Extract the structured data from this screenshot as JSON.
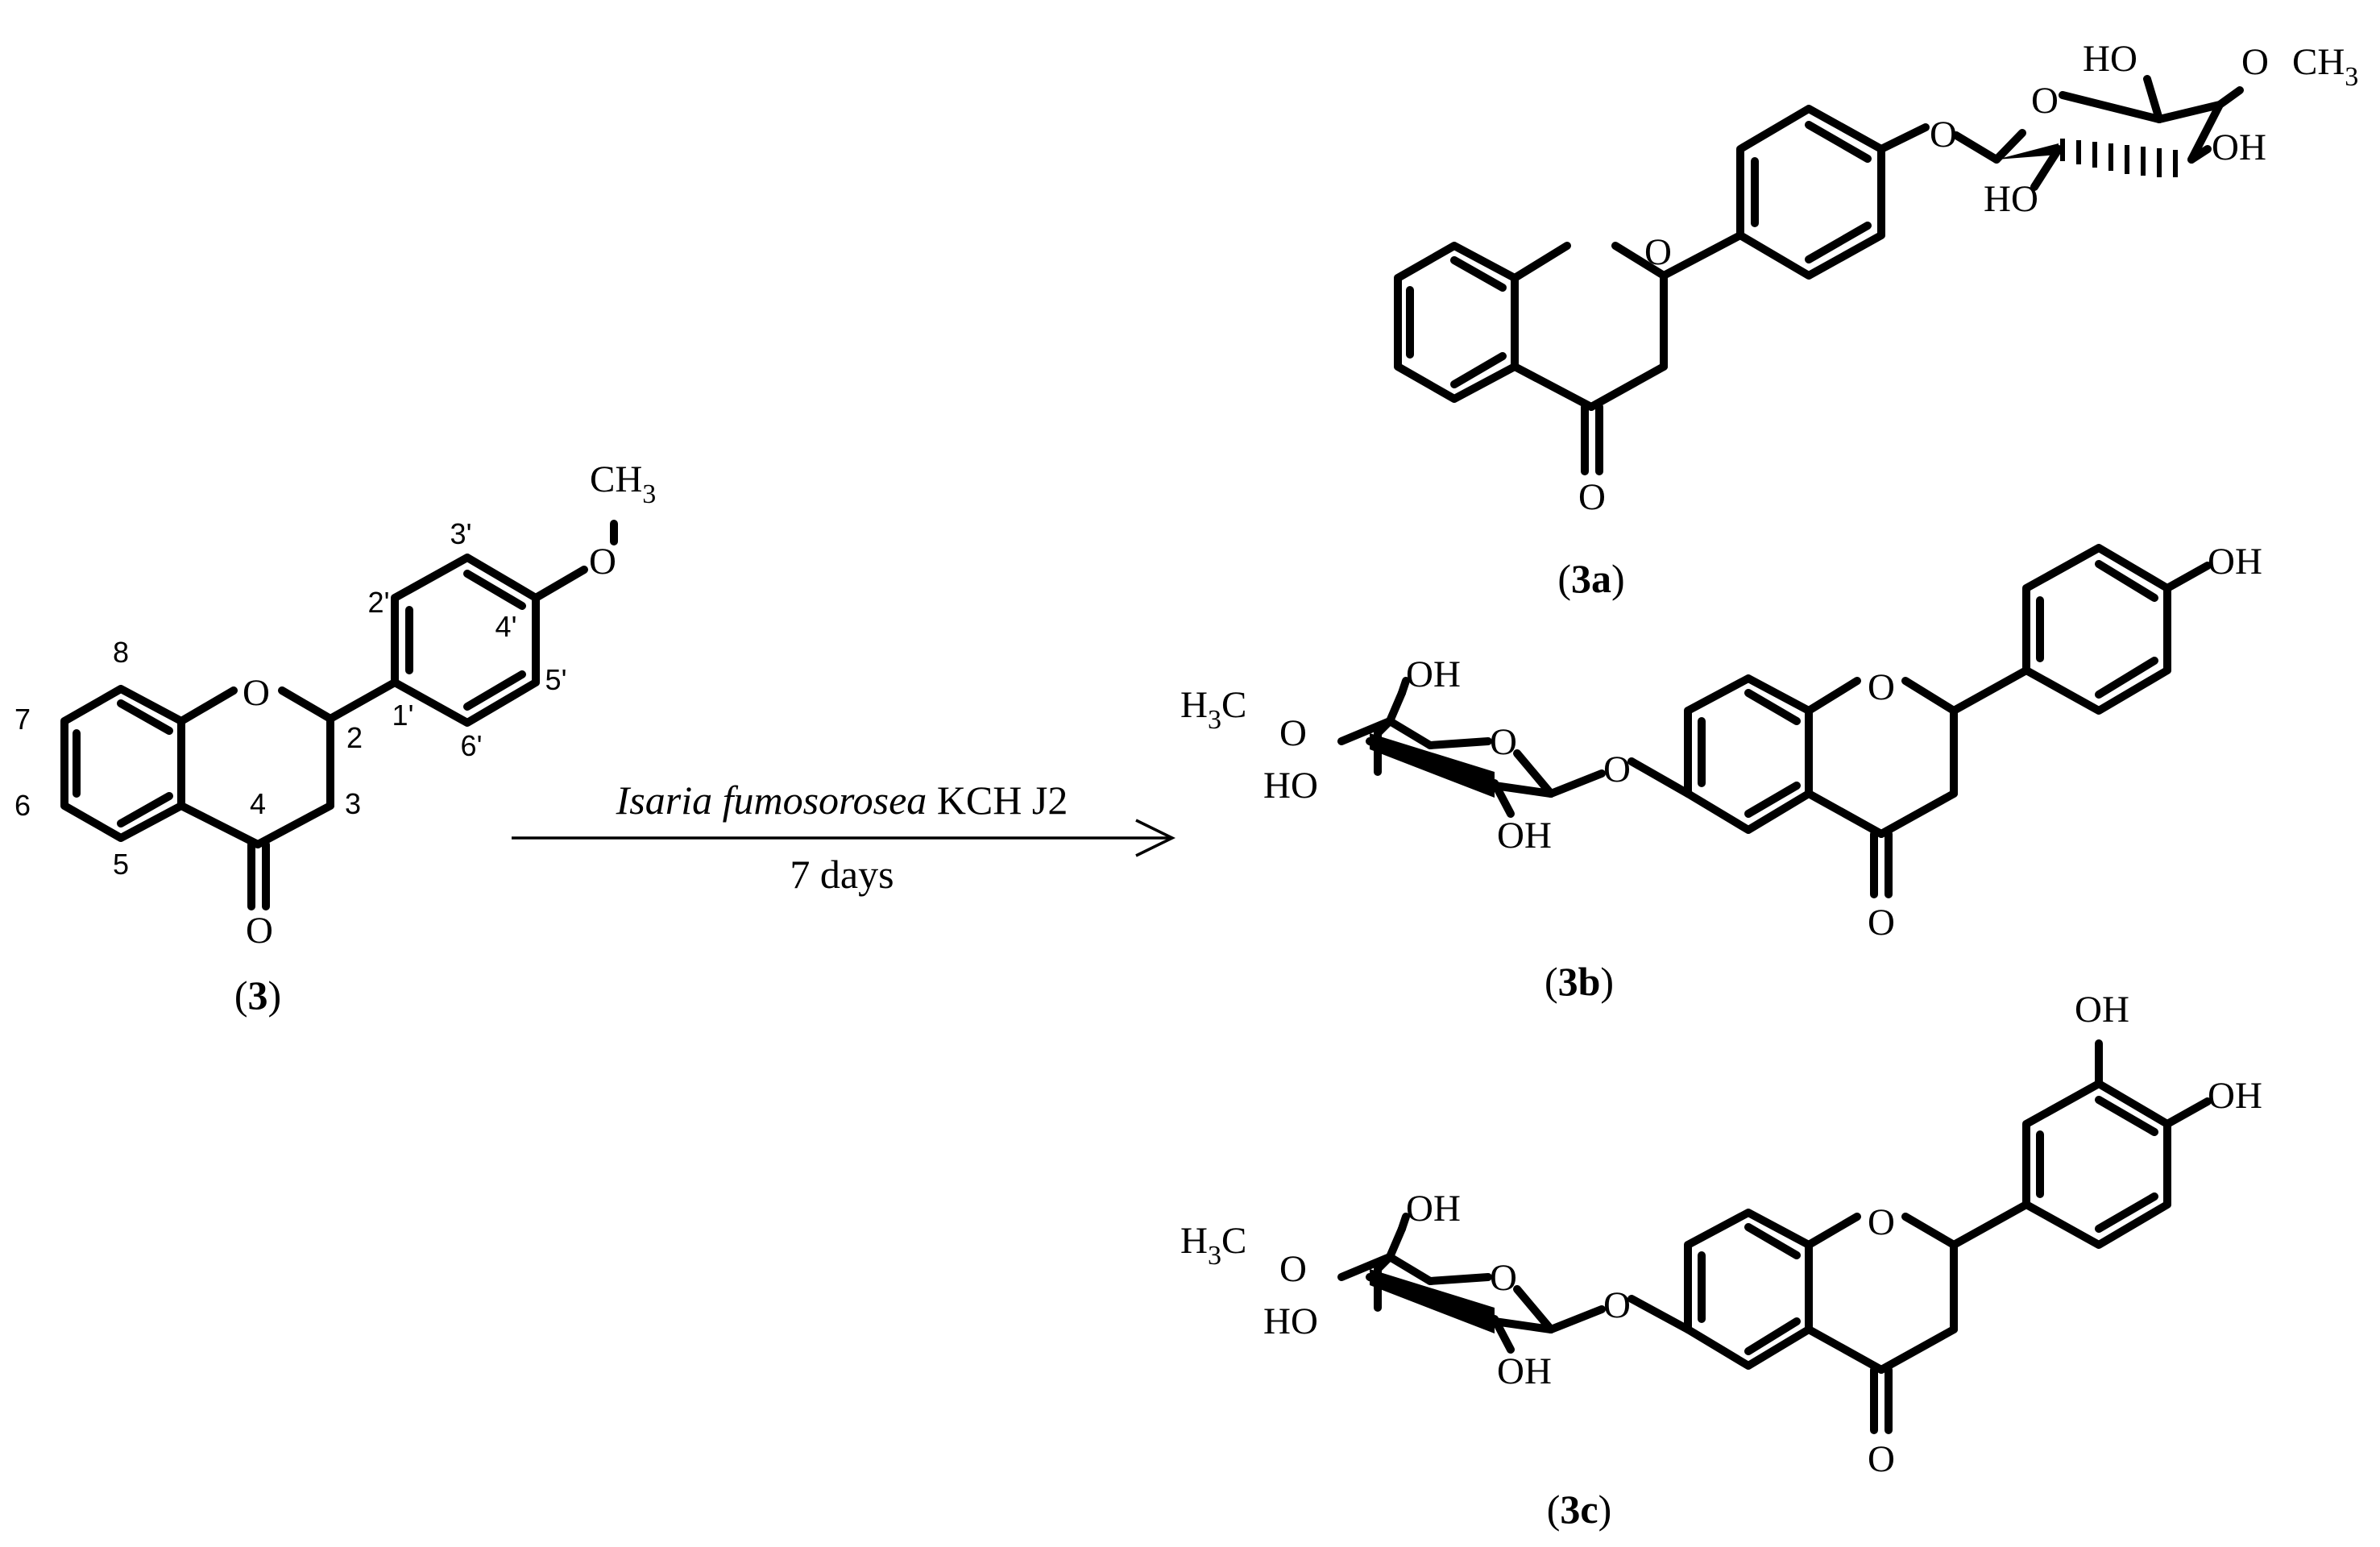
{
  "reaction": {
    "organism": "Isaria fumosorosea",
    "strain": "KCH J2",
    "time": "7 days"
  },
  "substrate": {
    "id": "3",
    "atoms": {
      "O1": "O",
      "O4": "O",
      "O_methoxy": "O",
      "CH3": "CH",
      "CH3_sub": "3"
    },
    "locants": [
      "8",
      "7",
      "6",
      "5",
      "4",
      "3",
      "2",
      "2'",
      "3'",
      "4'",
      "5'",
      "6'",
      "1'"
    ]
  },
  "products": [
    {
      "id": "3a",
      "suffix": "a",
      "atoms": {
        "O1": "O",
        "O4": "O",
        "O_link": "O",
        "O_ring": "O",
        "HO_top": "HO",
        "OCH3_O": "O",
        "OCH3_C": "CH",
        "OCH3_sub": "3",
        "OH_right": "OH",
        "HO_bottom": "HO"
      }
    },
    {
      "id": "3b",
      "suffix": "b",
      "atoms": {
        "O1": "O",
        "O4": "O",
        "OH_aryl": "OH",
        "O_link": "O",
        "O_ring": "O",
        "OH_top": "OH",
        "H3C_H": "H",
        "H3C_sub": "3",
        "H3C_C": "C",
        "O_methoxy": "O",
        "HO_left": "HO",
        "OH_bottom": "OH"
      }
    },
    {
      "id": "3c",
      "suffix": "c",
      "atoms": {
        "O1": "O",
        "O4": "O",
        "OH_aryl_3": "OH",
        "OH_aryl_4": "OH",
        "O_link": "O",
        "O_ring": "O",
        "OH_top": "OH",
        "H3C_H": "H",
        "H3C_sub": "3",
        "H3C_C": "C",
        "O_methoxy": "O",
        "HO_left": "HO",
        "OH_bottom": "OH"
      }
    }
  ]
}
